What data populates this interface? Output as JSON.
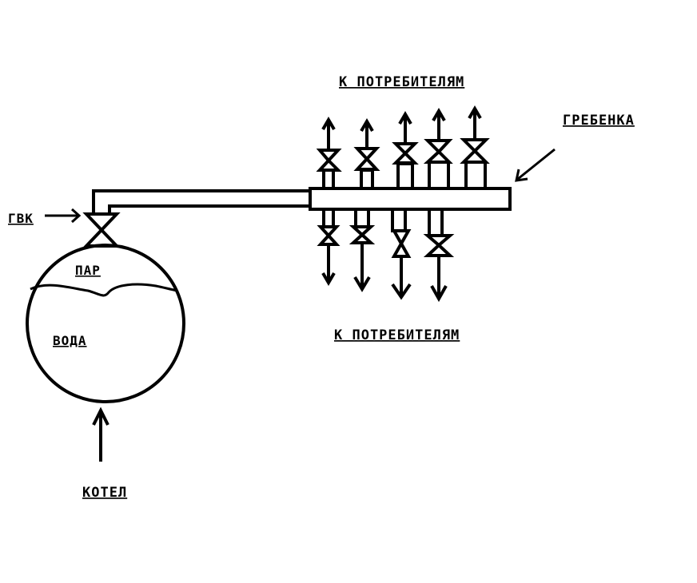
{
  "labels": {
    "consumers_top": "К ПОТРЕБИТЕЛЯМ",
    "consumers_bottom": "К ПОТРЕБИТЕЛЯМ",
    "header": "ГРЕБЕНКА",
    "gvk": "ГВК",
    "steam": "ПАР",
    "water": "ВОДА",
    "boiler": "КОТЕЛ"
  }
}
